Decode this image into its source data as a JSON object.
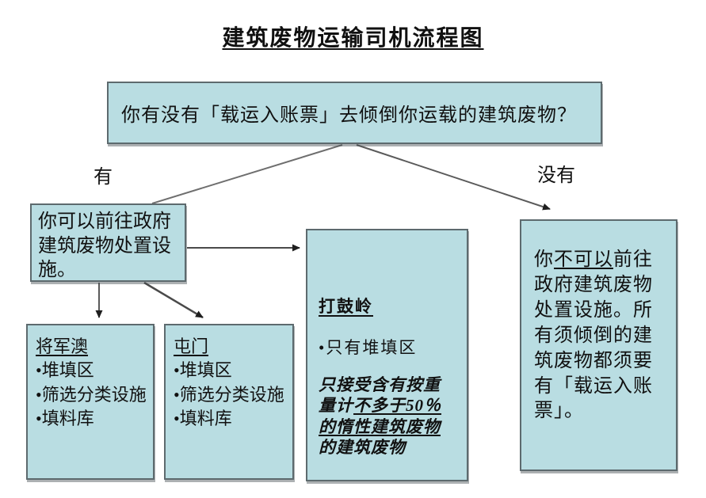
{
  "title": "建筑废物运输司机流程图",
  "question_box": {
    "text": "你有没有「载运入账票」去倾倒你运载的建筑废物？"
  },
  "branch_labels": {
    "yes": "有",
    "no": "没有"
  },
  "yes_box": {
    "text": "你可以前往政府建筑废物处置设施。"
  },
  "facility_boxes": [
    {
      "name": "将军澳",
      "items": [
        "堆填区",
        "筛选分类设施",
        "填料库"
      ]
    },
    {
      "name": "屯门",
      "items": [
        "堆填区",
        "筛选分类设施",
        "填料库"
      ]
    }
  ],
  "ta_kwu_ling_box": {
    "name": "打鼓岭",
    "bullet": "只有堆填区",
    "note": {
      "prefix": "只接受含有按重量计",
      "underlined": "不多于50％的惰性建筑废物",
      "suffix": "的建筑废物"
    }
  },
  "no_box": {
    "prefix": "你",
    "underlined": "不可以",
    "suffix": "前往政府建筑废物处置设施。所有须倾倒的建筑废物都须要有「载运入账票」。"
  },
  "colors": {
    "box_fill": "#b9dde2",
    "box_border": "#5d6a6e",
    "arrow_line": "#6e6e6e",
    "arrow_head": "#1f1f1f",
    "text": "#111111"
  }
}
